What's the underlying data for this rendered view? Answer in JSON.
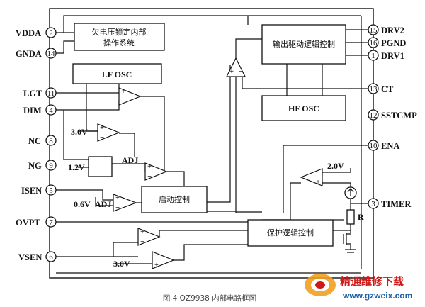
{
  "pins_left": [
    {
      "num": "2",
      "label": "VDDA"
    },
    {
      "num": "14",
      "label": "GNDA"
    },
    {
      "num": "11",
      "label": "LGT"
    },
    {
      "num": "4",
      "label": "DIM"
    },
    {
      "num": "8",
      "label": "NC"
    },
    {
      "num": "9",
      "label": "NG"
    },
    {
      "num": "5",
      "label": "ISEN"
    },
    {
      "num": "7",
      "label": "OVPT"
    },
    {
      "num": "6",
      "label": "VSEN"
    }
  ],
  "pins_right": [
    {
      "num": "15",
      "label": "DRV2"
    },
    {
      "num": "16",
      "label": "PGND"
    },
    {
      "num": "1",
      "label": "DRV1"
    },
    {
      "num": "13",
      "label": "CT"
    },
    {
      "num": "12",
      "label": "SSTCMP"
    },
    {
      "num": "10",
      "label": "ENA"
    },
    {
      "num": "3",
      "label": "TIMER"
    }
  ],
  "blocks": {
    "uvlo_line1": "欠电压锁定内部",
    "uvlo_line2": "操作系统",
    "lf_osc": "LF  OSC",
    "hf_osc": "HF   OSC",
    "output_logic": "输出驱动逻辑控制",
    "startup": "启动控制",
    "protect": "保护逻辑控制"
  },
  "labels": {
    "v3_0_top": "3.0V",
    "v1_2": "1.2V",
    "adj_top": "ADJ",
    "v0_6": "0.6V",
    "adj_bottom": "ADJ",
    "v3_0_bottom": "3.0V",
    "v2_0": "2.0V",
    "resistor": "R"
  },
  "caption": "图 4 OZ9938 内部电路框图",
  "watermark": {
    "line1": "精通维修下载",
    "line2": "www.gzweix.com"
  }
}
